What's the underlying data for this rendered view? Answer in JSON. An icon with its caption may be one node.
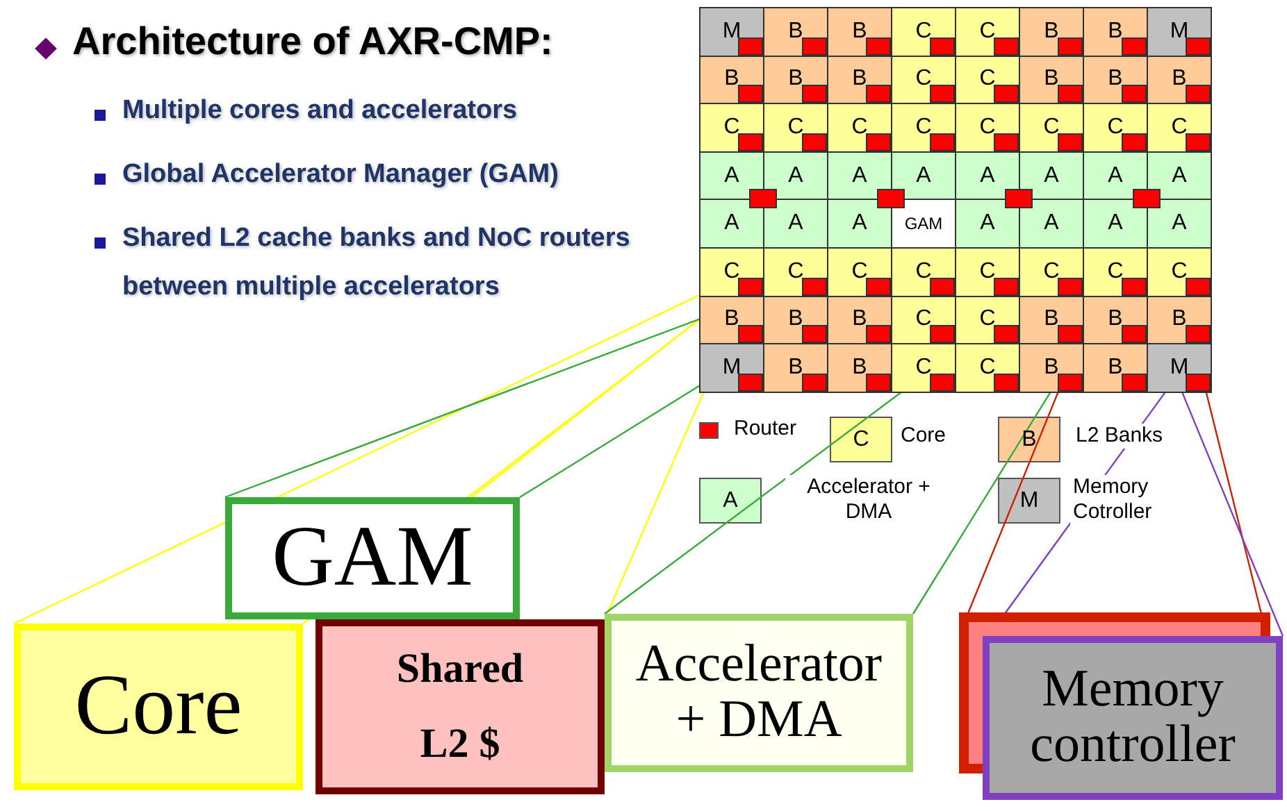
{
  "diagram": {
    "title": "Architecture of AXR-CMP:",
    "nodes": [
      {
        "text": [
          "M"
        ]
      },
      {
        "text": [
          "B"
        ]
      },
      {
        "text": [
          "B"
        ]
      },
      {
        "text": [
          "C"
        ]
      },
      {
        "text": [
          "C"
        ]
      },
      {
        "text": [
          "B"
        ]
      },
      {
        "text": [
          "B"
        ]
      },
      {
        "text": [
          "M"
        ]
      },
      {
        "text": [
          "B"
        ]
      },
      {
        "text": [
          "B"
        ]
      },
      {
        "text": [
          "B"
        ]
      },
      {
        "text": [
          "C"
        ]
      },
      {
        "text": [
          "C"
        ]
      },
      {
        "text": [
          "B"
        ]
      },
      {
        "text": [
          "B"
        ]
      },
      {
        "text": [
          "B"
        ]
      },
      {
        "text": [
          "C"
        ]
      },
      {
        "text": [
          "C"
        ]
      },
      {
        "text": [
          "C"
        ]
      },
      {
        "text": [
          "C"
        ]
      },
      {
        "text": [
          "C"
        ]
      },
      {
        "text": [
          "C"
        ]
      },
      {
        "text": [
          "C"
        ]
      },
      {
        "text": [
          "C"
        ]
      },
      {
        "text": [
          "A"
        ]
      },
      {
        "text": [
          "A"
        ]
      },
      {
        "text": [
          "A"
        ]
      },
      {
        "text": [
          "A"
        ]
      },
      {
        "text": [
          "A"
        ]
      },
      {
        "text": [
          "A"
        ]
      },
      {
        "text": [
          "A"
        ]
      },
      {
        "text": [
          "A"
        ]
      },
      {
        "text": [
          "A"
        ]
      },
      {
        "text": [
          "A"
        ]
      },
      {
        "text": [
          "A"
        ]
      },
      {
        "text": [
          "GAM"
        ]
      },
      {
        "text": [
          "A"
        ]
      },
      {
        "text": [
          "A"
        ]
      },
      {
        "text": [
          "A"
        ]
      },
      {
        "text": [
          "A"
        ]
      },
      {
        "text": [
          "C"
        ]
      },
      {
        "text": [
          "C"
        ]
      },
      {
        "text": [
          "C"
        ]
      },
      {
        "text": [
          "C"
        ]
      },
      {
        "text": [
          "C"
        ]
      },
      {
        "text": [
          "C"
        ]
      },
      {
        "text": [
          "C"
        ]
      },
      {
        "text": [
          "C"
        ]
      },
      {
        "text": [
          "B"
        ]
      },
      {
        "text": [
          "B"
        ]
      },
      {
        "text": [
          "B"
        ]
      },
      {
        "text": [
          "C"
        ]
      },
      {
        "text": [
          "C"
        ]
      },
      {
        "text": [
          "B"
        ]
      },
      {
        "text": [
          "B"
        ]
      },
      {
        "text": [
          "B"
        ]
      },
      {
        "text": [
          "M"
        ]
      },
      {
        "text": [
          "B"
        ]
      },
      {
        "text": [
          "B"
        ]
      },
      {
        "text": [
          "C"
        ]
      },
      {
        "text": [
          "C"
        ]
      },
      {
        "text": [
          "B"
        ]
      },
      {
        "text": [
          "B"
        ]
      },
      {
        "text": [
          "M"
        ]
      },
      {
        "text": [],
        "shape": "box"
      },
      {
        "text": [],
        "shape": "box"
      },
      {
        "text": [],
        "shape": "box"
      },
      {
        "text": [],
        "shape": "box"
      },
      {
        "text": [
          "GAM"
        ]
      },
      {
        "text": [
          "Core"
        ]
      },
      {
        "text": [
          "Shared L2 $"
        ]
      },
      {
        "text": [
          "Accelerator + DMA"
        ]
      },
      {
        "text": [],
        "shape": "box"
      },
      {
        "text": [
          "Memory controller"
        ]
      }
    ],
    "edges": [
      {
        "from": 40,
        "to": 69,
        "arrow": "none",
        "color": "#ffff00"
      },
      {
        "from": 40,
        "to": 69,
        "arrow": "none",
        "color": "#ffff00"
      },
      {
        "from": 48,
        "to": 70,
        "arrow": "none",
        "color": "#ffff00"
      },
      {
        "from": 48,
        "to": 70,
        "arrow": "none",
        "color": "#ffff00"
      },
      {
        "from": 35,
        "to": 68,
        "arrow": "none",
        "color": "#3aaa3a"
      },
      {
        "from": 35,
        "to": 68,
        "arrow": "none",
        "color": "#3aaa3a"
      },
      {
        "from": 38,
        "to": 71,
        "arrow": "none",
        "color": "#3aaa3a"
      },
      {
        "from": 38,
        "to": 71,
        "arrow": "none",
        "color": "#3aaa3a"
      },
      {
        "from": 67,
        "to": 72,
        "arrow": "none",
        "color": "#d02000"
      },
      {
        "from": 67,
        "to": 72,
        "arrow": "none",
        "color": "#d02000"
      },
      {
        "from": 63,
        "to": 73,
        "arrow": "none",
        "color": "#8040c0"
      },
      {
        "from": 63,
        "to": 73,
        "arrow": "none",
        "color": "#8040c0"
      }
    ],
    "labels": [
      "Multiple cores and accelerators",
      "Global Accelerator Manager (GAM)",
      "Shared L2 cache banks and NoC routers between multiple accelerators",
      "C",
      "B",
      "A",
      "M"
    ],
    "legend": [
      {
        "text": "Router",
        "color": "#ff0000"
      },
      {
        "text": "Core",
        "color": "#ffff99"
      },
      {
        "text": "L2 Banks",
        "color": "#ffcc99"
      },
      {
        "text": "Accelerator + DMA",
        "color": "#ccffcc"
      },
      {
        "text": "Memory Cotroller",
        "color": "#c0c0c0"
      }
    ]
  }
}
